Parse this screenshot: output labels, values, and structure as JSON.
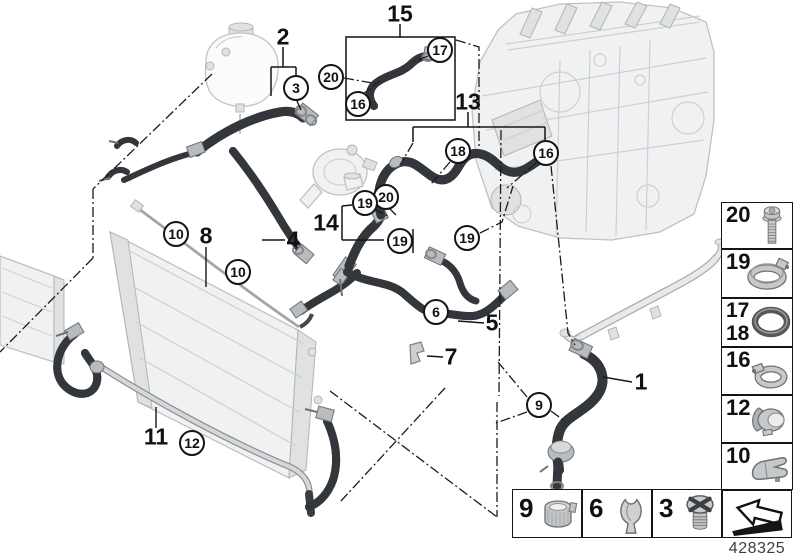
{
  "diagram": {
    "footer_code": "428325",
    "callouts": [
      {
        "label": "3"
      },
      {
        "label": "17"
      },
      {
        "label": "20"
      },
      {
        "label": "16"
      },
      {
        "label": "18"
      },
      {
        "label": "16"
      },
      {
        "label": "20"
      },
      {
        "label": "19"
      },
      {
        "label": "19"
      },
      {
        "label": "19"
      },
      {
        "label": "10"
      },
      {
        "label": "10"
      },
      {
        "label": "6"
      },
      {
        "label": "9"
      },
      {
        "label": "12"
      }
    ],
    "part_labels": [
      {
        "label": "15"
      },
      {
        "label": "2"
      },
      {
        "label": "13"
      },
      {
        "label": "14"
      },
      {
        "label": "8"
      },
      {
        "label": "4"
      },
      {
        "label": "5"
      },
      {
        "label": "7"
      },
      {
        "label": "1"
      },
      {
        "label": "11"
      }
    ],
    "legend_sidebar": [
      {
        "label": "20",
        "icon": "bolt-icon"
      },
      {
        "label": "19",
        "icon": "hose-clamp-large-icon"
      },
      {
        "label": "17",
        "label2": "18",
        "icon": "o-ring-icon"
      },
      {
        "label": "16",
        "icon": "hose-clamp-icon"
      },
      {
        "label": "12",
        "icon": "quick-coupling-icon"
      },
      {
        "label": "10",
        "icon": "retaining-clip-icon"
      }
    ],
    "legend_bottom": [
      {
        "label": "9",
        "icon": "clamp-ring-icon"
      },
      {
        "label": "6",
        "icon": "spring-clip-icon"
      },
      {
        "label": "3",
        "icon": "sealing-plug-icon"
      }
    ]
  }
}
